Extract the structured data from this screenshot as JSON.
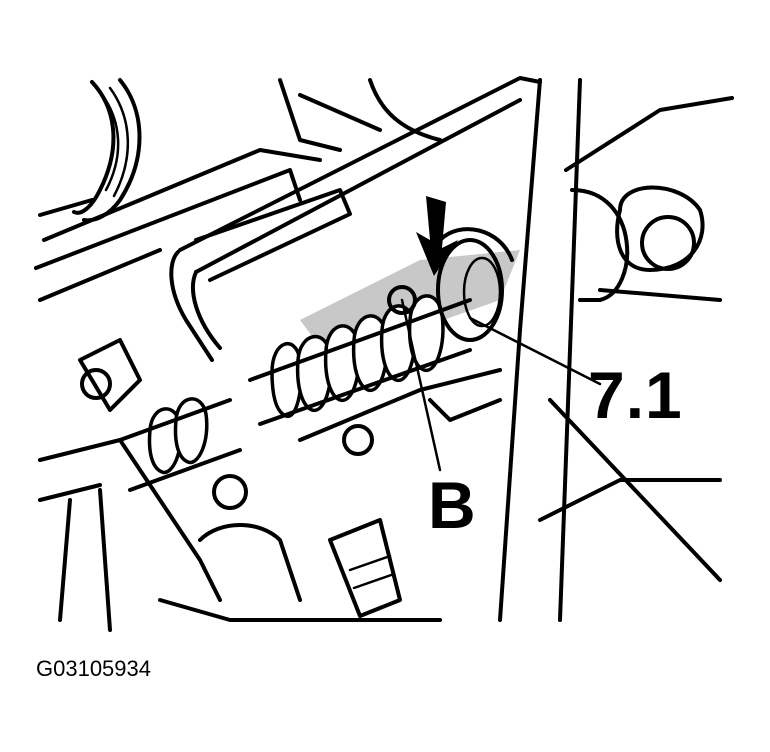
{
  "figure": {
    "callouts": [
      {
        "id": "callout-7-1",
        "text": "7.1"
      },
      {
        "id": "callout-b",
        "text": "B"
      }
    ],
    "figure_id": "G03105934",
    "colors": {
      "line": "#000000",
      "shade": "#c8c8c8",
      "background": "#ffffff"
    }
  }
}
